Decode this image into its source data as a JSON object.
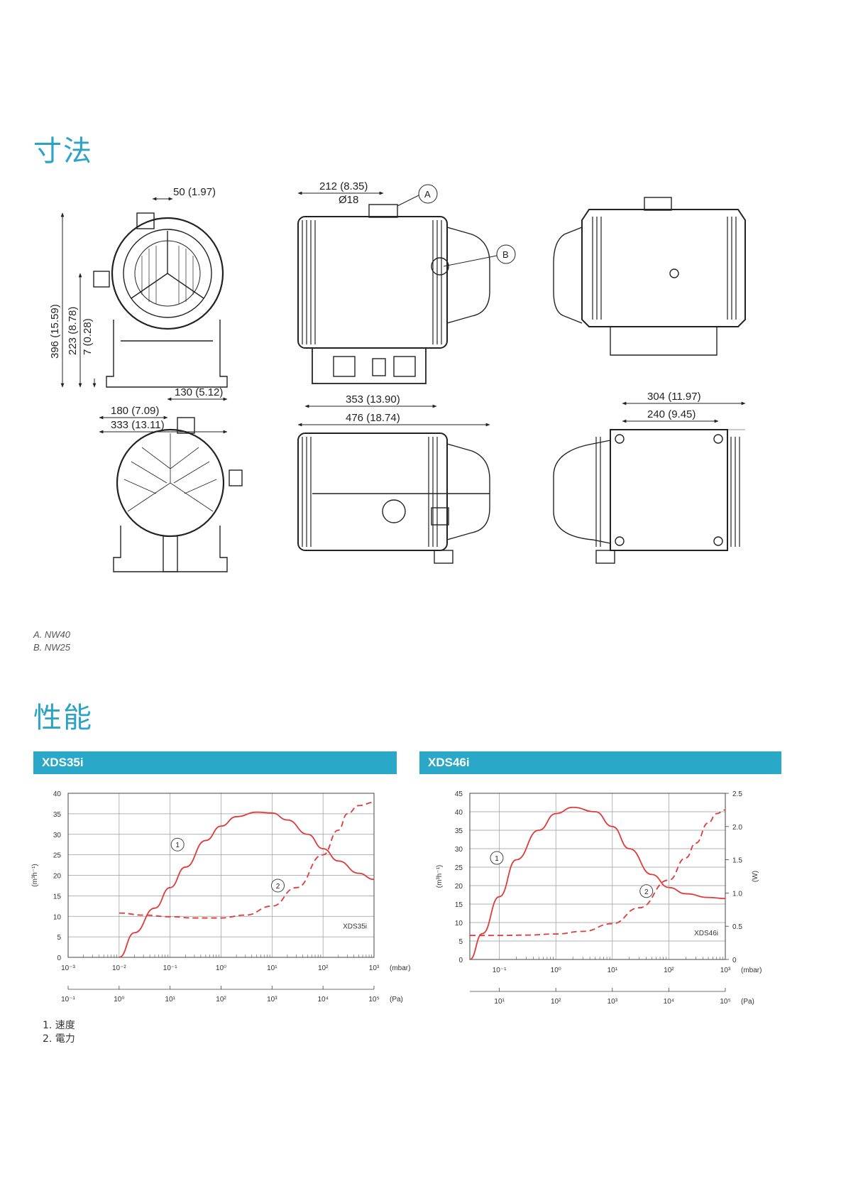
{
  "sections": {
    "dimensions_title": "寸法",
    "performance_title": "性能"
  },
  "drawing_labels": {
    "d50": "50 (1.97)",
    "d396": "396 (15.59)",
    "d223": "223 (8.78)",
    "d7": "7 (0.28)",
    "d130": "130 (5.12)",
    "d180": "180 (7.09)",
    "d333": "333 (13.11)",
    "d212": "212 (8.35)",
    "dphi18": "Ø18",
    "calloutA": "A",
    "calloutB": "B",
    "d353": "353 (13.90)",
    "d476": "476 (18.74)",
    "d304": "304 (11.97)",
    "d240": "240 (9.45)"
  },
  "flange_notes": [
    "A. NW40",
    "B. NW25"
  ],
  "footnotes": [
    "1. 速度",
    "2. 電力"
  ],
  "colors": {
    "accent": "#2aa8c8",
    "curve": "#e03a3a"
  },
  "chart_data": [
    {
      "type": "line",
      "title": "XDS35i",
      "inner_label": "XDS35i",
      "xscale": "log",
      "x_ticks_mbar": [
        "10⁻³",
        "10⁻²",
        "10⁻¹",
        "10⁰",
        "10¹",
        "10²",
        "10³"
      ],
      "x_unit_mbar": "(mbar)",
      "x_ticks_pa": [
        "10⁻¹",
        "10⁰",
        "10¹",
        "10²",
        "10³",
        "10⁴",
        "10⁵"
      ],
      "x_unit_pa": "(Pa)",
      "xlim": [
        0.001,
        1000
      ],
      "ylabel": "(m³h⁻¹)",
      "ylim": [
        0,
        40
      ],
      "y_ticks": [
        0,
        5,
        10,
        15,
        20,
        25,
        30,
        35,
        40
      ],
      "grid": true,
      "series": [
        {
          "marker": "1",
          "style": "solid",
          "x": [
            0.01,
            0.02,
            0.05,
            0.1,
            0.2,
            0.5,
            1,
            2,
            5,
            10,
            20,
            50,
            100,
            200,
            500,
            1000
          ],
          "y": [
            0,
            6,
            12,
            17,
            22,
            28.5,
            32,
            34.3,
            35.4,
            35.2,
            33.5,
            30,
            26.5,
            23.5,
            20.5,
            19
          ]
        },
        {
          "marker": "2",
          "style": "dashed",
          "x": [
            0.01,
            0.03,
            0.1,
            0.3,
            1,
            3,
            10,
            30,
            100,
            200,
            300,
            500,
            1000
          ],
          "y": [
            10.8,
            10.3,
            9.9,
            9.6,
            9.6,
            10.3,
            12.5,
            17,
            25,
            31,
            35,
            37,
            37.8
          ]
        }
      ],
      "markers": [
        {
          "label": "1",
          "x": 0.14,
          "y": 27.5
        },
        {
          "label": "2",
          "x": 13,
          "y": 17.5
        }
      ]
    },
    {
      "type": "line",
      "title": "XDS46i",
      "inner_label": "XDS46i",
      "xscale": "log",
      "x_ticks_mbar": [
        "10⁻¹",
        "10⁰",
        "10¹",
        "10²",
        "10³"
      ],
      "x_unit_mbar": "(mbar)",
      "x_ticks_pa": [
        "10¹",
        "10²",
        "10³",
        "10⁴",
        "10⁵"
      ],
      "x_unit_pa": "(Pa)",
      "xlim": [
        0.03,
        1000
      ],
      "ylabel": "(m³h⁻¹)",
      "ylim": [
        0,
        45
      ],
      "y_ticks": [
        0,
        5,
        10,
        15,
        20,
        25,
        30,
        35,
        40,
        45
      ],
      "y2label": "(W)",
      "y2lim": [
        0,
        2.5
      ],
      "y2_ticks": [
        "0",
        "0.5",
        "1.0",
        "1.5",
        "2.0",
        "2.5"
      ],
      "grid": true,
      "series": [
        {
          "marker": "1",
          "style": "solid",
          "x": [
            0.03,
            0.05,
            0.1,
            0.2,
            0.5,
            1,
            2,
            5,
            10,
            20,
            50,
            100,
            200,
            500,
            1000
          ],
          "y": [
            0,
            7,
            17,
            27,
            35,
            39.5,
            41.2,
            40,
            36,
            30,
            23,
            19.5,
            17.8,
            16.8,
            16.5
          ]
        },
        {
          "marker": "2",
          "style": "dashed",
          "x": [
            0.03,
            0.1,
            0.3,
            1,
            3,
            10,
            30,
            100,
            200,
            300,
            500,
            700,
            1000
          ],
          "y": [
            6.5,
            6.5,
            6.6,
            6.9,
            7.6,
            9.7,
            14,
            21.5,
            27.5,
            31.5,
            37,
            39.5,
            40.5
          ]
        }
      ],
      "markers": [
        {
          "label": "1",
          "x": 0.09,
          "y": 27.5
        },
        {
          "label": "2",
          "x": 40,
          "y": 18.5
        }
      ]
    }
  ]
}
